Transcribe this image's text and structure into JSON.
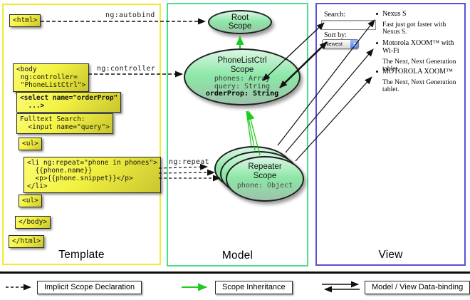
{
  "columns": {
    "template": {
      "label": "Template"
    },
    "model": {
      "label": "Model"
    },
    "view": {
      "label": "View"
    }
  },
  "template_code": {
    "html_open": "<html>",
    "body_open": "<body\n ng:controller=\n \"PhoneListCtrl\">",
    "select": "<select name=\"orderProp\"\n  ...>",
    "fulltext": "Fulltext Search:\n  <input name=\"query\">",
    "ul_open": "<ul>",
    "li_repeat": "<li ng:repeat=\"phone in phones\">\n  {{phone.name}}\n  <p>{{phone.snippet}}</p>\n</li>",
    "ul_close": "<ul>",
    "body_close": "</body>",
    "html_close": "</html>"
  },
  "annotations": {
    "autobind": "ng:autobind",
    "controller": "ng:controller",
    "repeat": "ng:repeat"
  },
  "scopes": {
    "root": {
      "title": "Root\nScope"
    },
    "phonelist": {
      "title": "PhoneListCtrl\nScope",
      "prop1": "phones: Array",
      "prop2": "query: String",
      "prop3": "orderProp: String"
    },
    "repeater": {
      "title": "Repeater\nScope",
      "prop": "phone: Object"
    }
  },
  "view": {
    "search_label": "Search:",
    "search_value": "",
    "sort_label": "Sort by:",
    "sort_value": "Newest",
    "items": [
      {
        "name": "Nexus S",
        "desc": "Fast just got faster with Nexus S."
      },
      {
        "name": "Motorola XOOM™ with Wi-Fi",
        "desc": "The Next, Next Generation tablet."
      },
      {
        "name": "MOTOROLA XOOM™",
        "desc": "The Next, Next Generation tablet."
      }
    ]
  },
  "legend": {
    "implicit": "Implicit Scope Declaration",
    "inheritance": "Scope Inheritance",
    "databinding": "Model / View Data-binding"
  },
  "colors": {
    "template_border": "#f2ea30",
    "model_border": "#4ade8e",
    "view_border": "#5b4fd6",
    "box_yellow": "#f3f243",
    "scope_green": "#8ce7a6",
    "inheritance_arrow_green": "#1ecb1e",
    "arrow_black": "#111111"
  }
}
